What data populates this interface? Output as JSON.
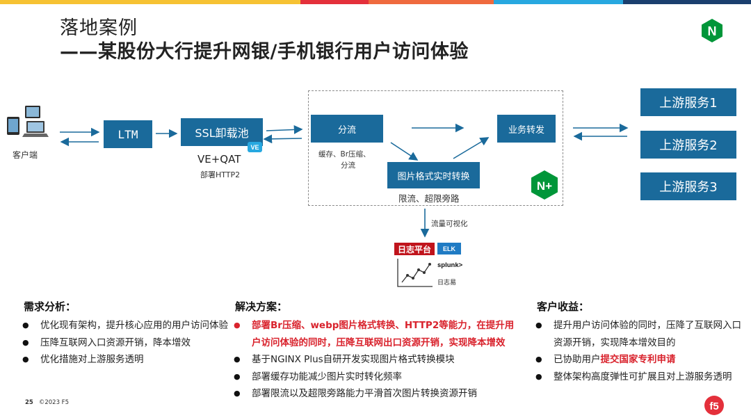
{
  "colors": {
    "topbar": [
      "#f6c233",
      "#f6c233",
      "#e4303b",
      "#ef6a3e",
      "#27a8e0",
      "#1b3f6e"
    ],
    "box": "#1a6a9b",
    "nginx_green": "#009639",
    "highlight_red": "#d9232d"
  },
  "header": {
    "title_line1": "落地案例",
    "title_line2": "——某股份大行提升网银/手机银行用户访问体验"
  },
  "diagram": {
    "client_label": "客户端",
    "ltm": "LTM",
    "ssl": "SSL卸载池",
    "ve_badge": "VE",
    "ve_qat": "VE+QAT",
    "http2_note": "部署HTTP2",
    "split": "分流",
    "split_note_1": "缓存、Br压缩、",
    "split_note_2": "分流",
    "business": "业务转发",
    "image_convert": "图片格式实时转换",
    "limit_note": "限流、超限旁路",
    "nplus_badge": "N+",
    "flow_note": "流量可视化",
    "log_platform": "日志平台",
    "elk": "ELK",
    "splunk": "splunk>",
    "rizhiyi": "日志易",
    "upstream": [
      "上游服务1",
      "上游服务2",
      "上游服务3"
    ],
    "nginx_logo": "N"
  },
  "sections": {
    "req": {
      "title": "需求分析：",
      "items": [
        "优化现有架构，提升核心应用的用户访问体验",
        "压降互联网入口资源开销，降本增效",
        "优化措施对上游服务透明"
      ]
    },
    "sol": {
      "title": "解决方案：",
      "items": [
        "部署Br压缩、webp图片格式转换、HTTP2等能力，在提升用户访问体验的同时，压降互联网出口资源开销，实现降本增效",
        "基于NGINX Plus自研开发实现图片格式转换模块",
        "部署缓存功能减少图片实时转化频率",
        "部署限流以及超限旁路能力平滑首次图片转换资源开销"
      ]
    },
    "ben": {
      "title": "客户收益：",
      "items": [
        "提升用户访问体验的同时，压降了互联网入口资源开销，实现降本增效目的",
        "已协助用户",
        "提交国家专利申请",
        "整体架构高度弹性可扩展且对上游服务透明"
      ]
    }
  },
  "footer": {
    "page": "25",
    "copyright": "©2023 F5",
    "f5_logo": "f5"
  }
}
